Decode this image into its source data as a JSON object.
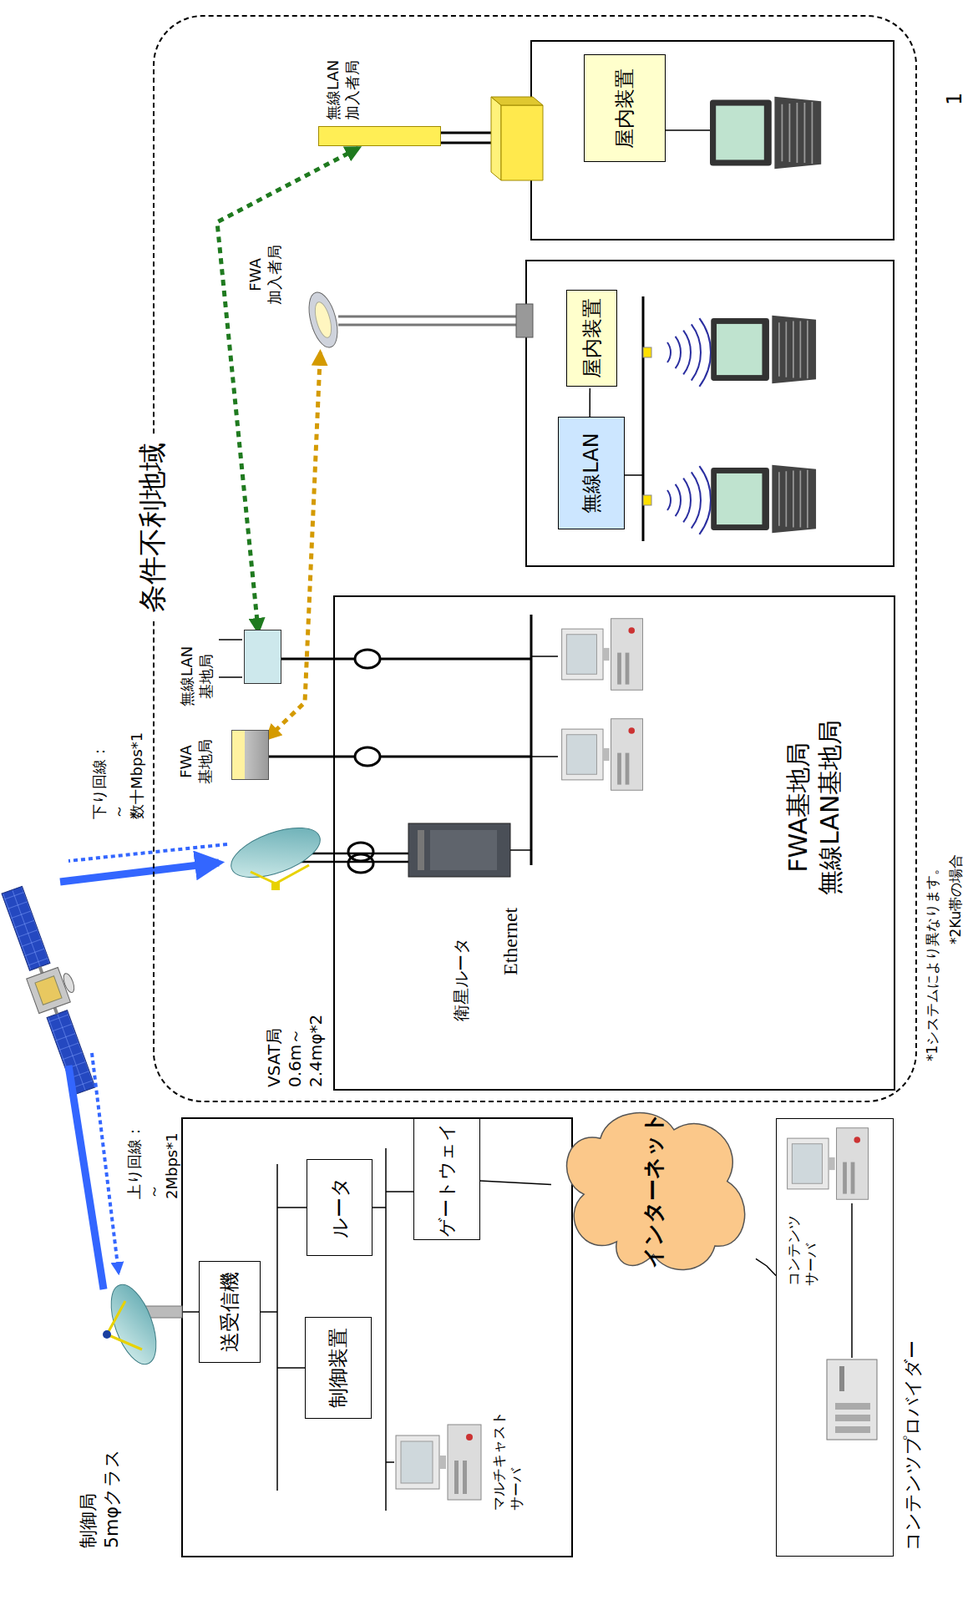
{
  "diagram": {
    "nodes": [
      {
        "text": [
          "送受信機"
        ]
      },
      {
        "text": [
          "制御装置"
        ]
      },
      {
        "text": [
          "ルータ"
        ]
      },
      {
        "text": [
          "ゲートウェイ"
        ]
      },
      {
        "text": [
          "インターネット"
        ]
      },
      {
        "text": [
          "コンテンツプロバイダー"
        ]
      },
      {
        "text": [
          "条件不利地域"
        ]
      },
      {
        "text": [
          "FWA 基地局"
        ],
        "in": 6
      },
      {
        "text": [
          "無線LAN 基地局"
        ],
        "in": 6
      },
      {
        "text": [
          "FWA基地局 無線LAN基地局"
        ],
        "in": 6
      },
      {
        "text": [
          "FWA 加入者局"
        ],
        "in": 6
      },
      {
        "text": [
          "屋内装置"
        ],
        "in": 6
      },
      {
        "text": [
          "無線LAN"
        ],
        "in": 6
      },
      {
        "text": [
          "無線LAN 加入者局"
        ],
        "in": 6
      },
      {
        "text": [
          "屋内装置"
        ],
        "in": 6
      }
    ],
    "edges": [
      {
        "from": 3,
        "to": 4,
        "arrow": "none"
      },
      {
        "from": 4,
        "to": 5,
        "arrow": "none"
      },
      {
        "from": 7,
        "to": 10,
        "arrow": "both"
      },
      {
        "from": 8,
        "to": 13,
        "arrow": "both"
      },
      {
        "from": 11,
        "to": 12,
        "arrow": "none"
      }
    ],
    "labels": [
      "制御局 5mφクラス",
      "上り回線： ～2Mbps*1",
      "マルチキャスト サーバ",
      "下り回線： ～数十Mbps*1",
      "VSAT局 0.6m～2.4mφ*2",
      "衛星ルータ",
      "Ethernet",
      "コンテンツ サーバ",
      "*1システムにより異なります。",
      "*2Ku帯の場合",
      "1"
    ]
  }
}
